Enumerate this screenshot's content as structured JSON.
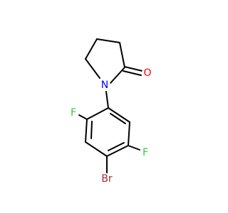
{
  "molecule": {
    "atoms": {
      "oxygen": {
        "text": "O",
        "color": "#ff0000"
      },
      "nitrogen": {
        "text": "N",
        "color": "#0000ff"
      },
      "fluorine_left": {
        "text": "F",
        "color": "#33cc33"
      },
      "fluorine_right": {
        "text": "F",
        "color": "#33cc33"
      },
      "bromine": {
        "text": "Br",
        "color": "#a52a2a"
      }
    },
    "bond_color": "#000000"
  }
}
